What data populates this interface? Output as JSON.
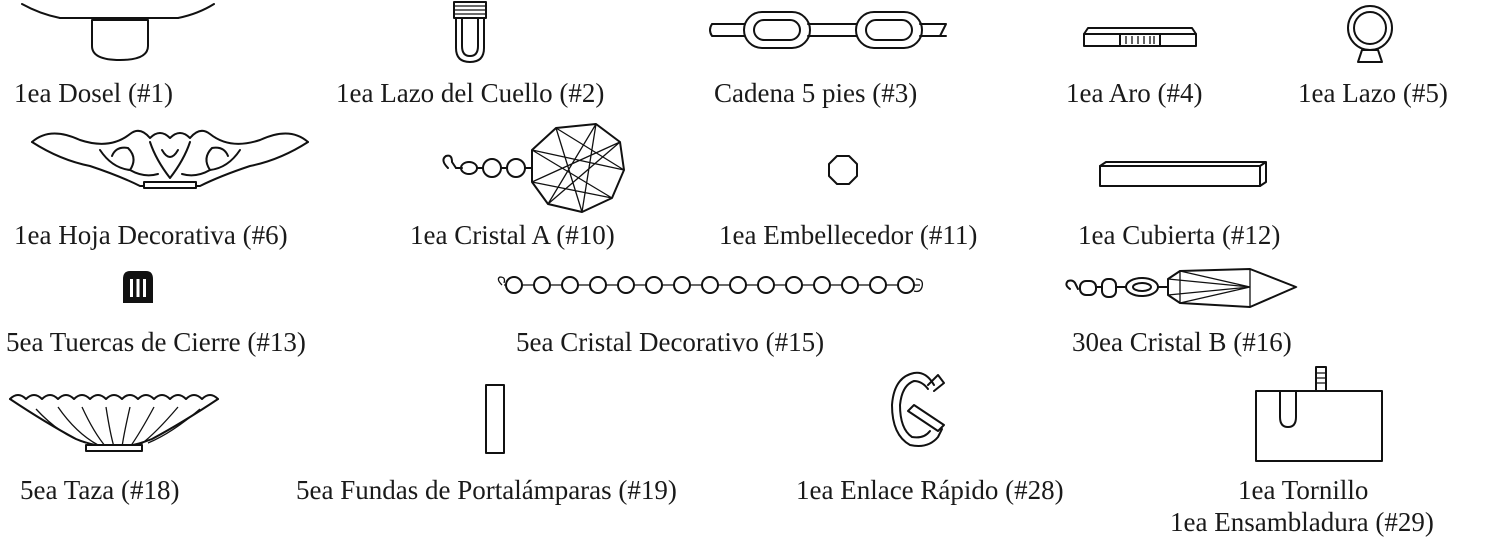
{
  "parts": [
    {
      "id": "canopy",
      "label": "1ea Dosel (#1)",
      "icon": "canopy-icon"
    },
    {
      "id": "neck-loop",
      "label": "1ea Lazo del Cuello (#2)",
      "icon": "neck-loop-icon"
    },
    {
      "id": "chain",
      "label": "Cadena 5 pies (#3)",
      "icon": "chain-icon"
    },
    {
      "id": "ring",
      "label": "1ea Aro (#4)",
      "icon": "ring-icon"
    },
    {
      "id": "loop",
      "label": "1ea Lazo (#5)",
      "icon": "loop-icon"
    },
    {
      "id": "decorative-leaf",
      "label": "1ea Hoja Decorativa (#6)",
      "icon": "decorative-leaf-icon"
    },
    {
      "id": "crystal-a",
      "label": "1ea Cristal A (#10)",
      "icon": "crystal-ball-icon"
    },
    {
      "id": "trim",
      "label": "1ea Embellecedor (#11)",
      "icon": "trim-ring-icon"
    },
    {
      "id": "cover",
      "label": "1ea Cubierta (#12)",
      "icon": "cover-plate-icon"
    },
    {
      "id": "lock-nuts",
      "label": "5ea Tuercas de Cierre (#13)",
      "icon": "lock-nut-icon"
    },
    {
      "id": "decorative-crystal",
      "label": "5ea Cristal Decorativo (#15)",
      "icon": "bead-strand-icon"
    },
    {
      "id": "crystal-b",
      "label": "30ea Cristal B (#16)",
      "icon": "crystal-prism-icon"
    },
    {
      "id": "cup",
      "label": "5ea Taza (#18)",
      "icon": "bobeche-cup-icon"
    },
    {
      "id": "socket-covers",
      "label": "5ea Fundas de Portalámparas (#19)",
      "icon": "socket-cover-icon"
    },
    {
      "id": "quick-link",
      "label": "1ea Enlace Rápido (#28)",
      "icon": "quick-link-icon"
    },
    {
      "id": "screw-assembly",
      "label": "1ea Tornillo",
      "label2": "1ea Ensambladura (#29)",
      "icon": "screw-bracket-icon"
    }
  ]
}
